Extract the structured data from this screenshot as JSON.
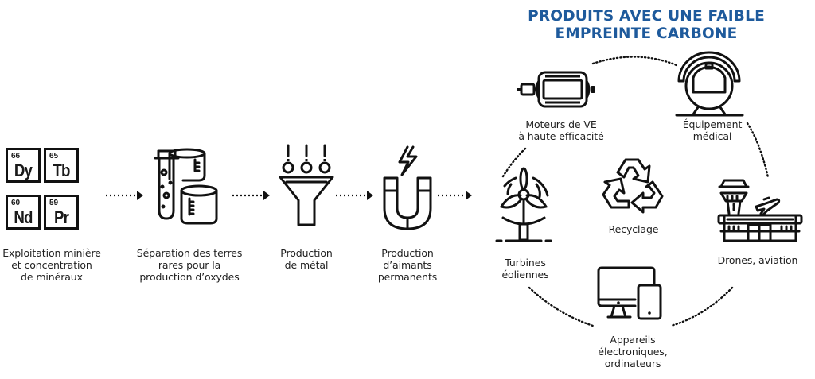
{
  "title": "PRODUITS AVEC UNE FAIBLE\nEMPREINTE CARBONE",
  "colors": {
    "title": "#1e5a9c",
    "ink": "#111111"
  },
  "elements": [
    {
      "number": "66",
      "symbol": "Dy"
    },
    {
      "number": "65",
      "symbol": "Tb"
    },
    {
      "number": "60",
      "symbol": "Nd"
    },
    {
      "number": "59",
      "symbol": "Pr"
    }
  ],
  "process_steps": [
    {
      "icon": "periodic-elements-icon",
      "label": "Exploitation minière\net concentration\nde minéraux"
    },
    {
      "icon": "lab-beakers-icon",
      "label": "Séparation des terres\nrares pour la\nproduction d’oxydes"
    },
    {
      "icon": "funnel-icon",
      "label": "Production\nde métal"
    },
    {
      "icon": "magnet-icon",
      "label": "Production\nd’aimants\npermanents"
    }
  ],
  "products": [
    {
      "icon": "ev-motor-icon",
      "label": "Moteurs de VE\nà haute efficacité"
    },
    {
      "icon": "mri-scanner-icon",
      "label": "Équipement\nmédical"
    },
    {
      "icon": "airport-icon",
      "label": "Drones, aviation"
    },
    {
      "icon": "computer-devices-icon",
      "label": "Appareils\nélectroniques,\nordinateurs"
    },
    {
      "icon": "wind-turbine-icon",
      "label": "Turbines\néoliennes"
    }
  ],
  "center": {
    "icon": "recycle-icon",
    "label": "Recyclage"
  }
}
